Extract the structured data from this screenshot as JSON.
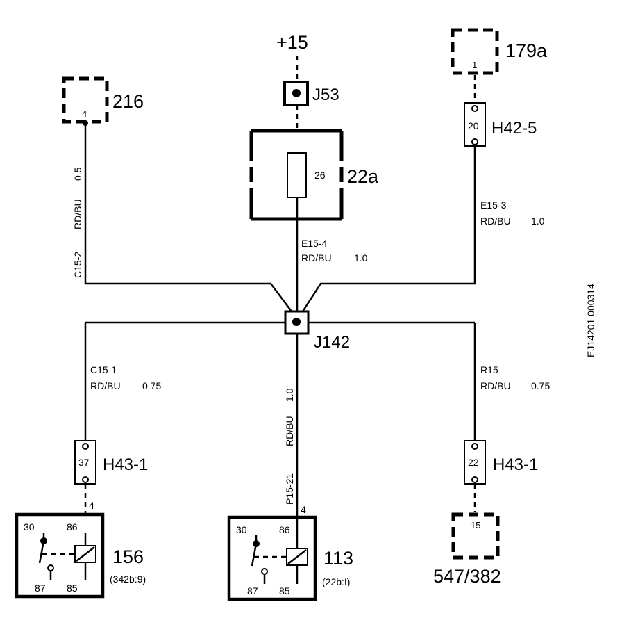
{
  "supply": {
    "label": "+15"
  },
  "components": {
    "c216": {
      "name": "216",
      "pin": "4"
    },
    "c179a": {
      "name": "179a",
      "pin": "1"
    },
    "j53": {
      "name": "J53"
    },
    "fuse": {
      "name": "22a",
      "number": "26"
    },
    "h42_5": {
      "name": "H42-5",
      "pin": "20"
    },
    "j142": {
      "name": "J142"
    },
    "h43_left": {
      "name": "H43-1",
      "pin": "37"
    },
    "h43_right": {
      "name": "H43-1",
      "pin": "22"
    },
    "relay156": {
      "name": "156",
      "ref": "(342b:9)",
      "pin30": "30",
      "pin86": "86",
      "pin87": "87",
      "pin85": "85",
      "in_pin": "4"
    },
    "relay113": {
      "name": "113",
      "ref": "(22b:I)",
      "pin30": "30",
      "pin86": "86",
      "pin87": "87",
      "pin85": "85",
      "in_pin": "4"
    },
    "c547": {
      "name": "547/382",
      "pin": "15"
    }
  },
  "wires": {
    "c15_2": {
      "id": "C15-2",
      "color": "RD/BU",
      "size": "0.5"
    },
    "e15_4": {
      "id": "E15-4",
      "color": "RD/BU",
      "size": "1.0"
    },
    "e15_3": {
      "id": "E15-3",
      "color": "RD/BU",
      "size": "1.0"
    },
    "c15_1": {
      "id": "C15-1",
      "color": "RD/BU",
      "size": "0.75"
    },
    "p15_21": {
      "id": "P15-21",
      "color": "RD/BU",
      "size": "1.0"
    },
    "r15": {
      "id": "R15",
      "color": "RD/BU",
      "size": "0.75"
    }
  },
  "doc_id": "EJ14201 000314"
}
